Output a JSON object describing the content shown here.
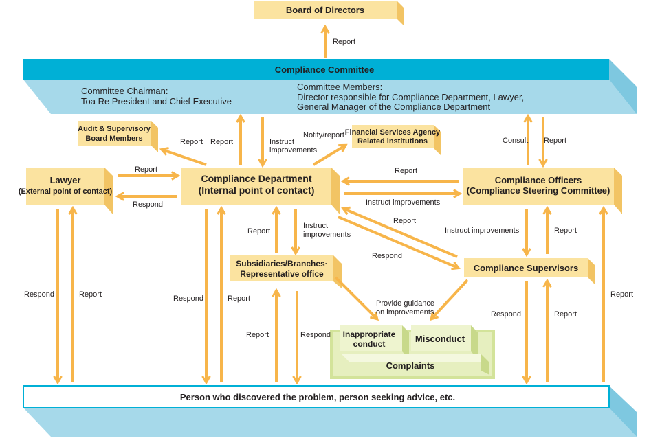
{
  "nodes": {
    "board": "Board of Directors",
    "committee": "Compliance Committee",
    "chairman_line1": "Committee Chairman:",
    "chairman_line2": "Toa Re President and Chief Executive",
    "members_line1": "Committee Members:",
    "members_line2": "Director responsible for Compliance Department, Lawyer,",
    "members_line3": "General Manager of the Compliance Department",
    "audit_line1": "Audit & Supervisory",
    "audit_line2": "Board Members",
    "fsa_line1": "Financial Services Agency",
    "fsa_line2": "Related institutions",
    "lawyer_line1": "Lawyer",
    "lawyer_line2": "(External point of contact)",
    "compdept_line1": "Compliance Department",
    "compdept_line2": "(Internal point of contact)",
    "officers_line1": "Compliance Officers",
    "officers_line2": "(Compliance Steering Committee)",
    "subs_line1": "Subsidiaries/Branches·",
    "subs_line2": "Representative office",
    "supervisors": "Compliance Supervisors",
    "inappropriate_line1": "Inappropriate",
    "inappropriate_line2": "conduct",
    "misconduct": "Misconduct",
    "complaints": "Complaints",
    "person": "Person who discovered the problem, person seeking advice, etc."
  },
  "labels": {
    "report": "Report",
    "respond": "Respond",
    "consult": "Consult",
    "notify_report": "Notify/report",
    "instruct": "Instruct",
    "improvements": "improvements",
    "instruct_improvements": "Instruct improvements",
    "provide_guidance_line1": "Provide guidance",
    "provide_guidance_line2": "on improvements"
  },
  "colors": {
    "box_front": "#fbe3a0",
    "box_side": "#f2c464",
    "box_top": "#fdf0c6",
    "arrow": "#f7b54a",
    "committee_band": "#00b0d6",
    "committee_floor": "#a6d9ea",
    "complaints_frame": "#d3e39a",
    "complaints_fill": "#e6efbf",
    "text": "#231f20"
  }
}
